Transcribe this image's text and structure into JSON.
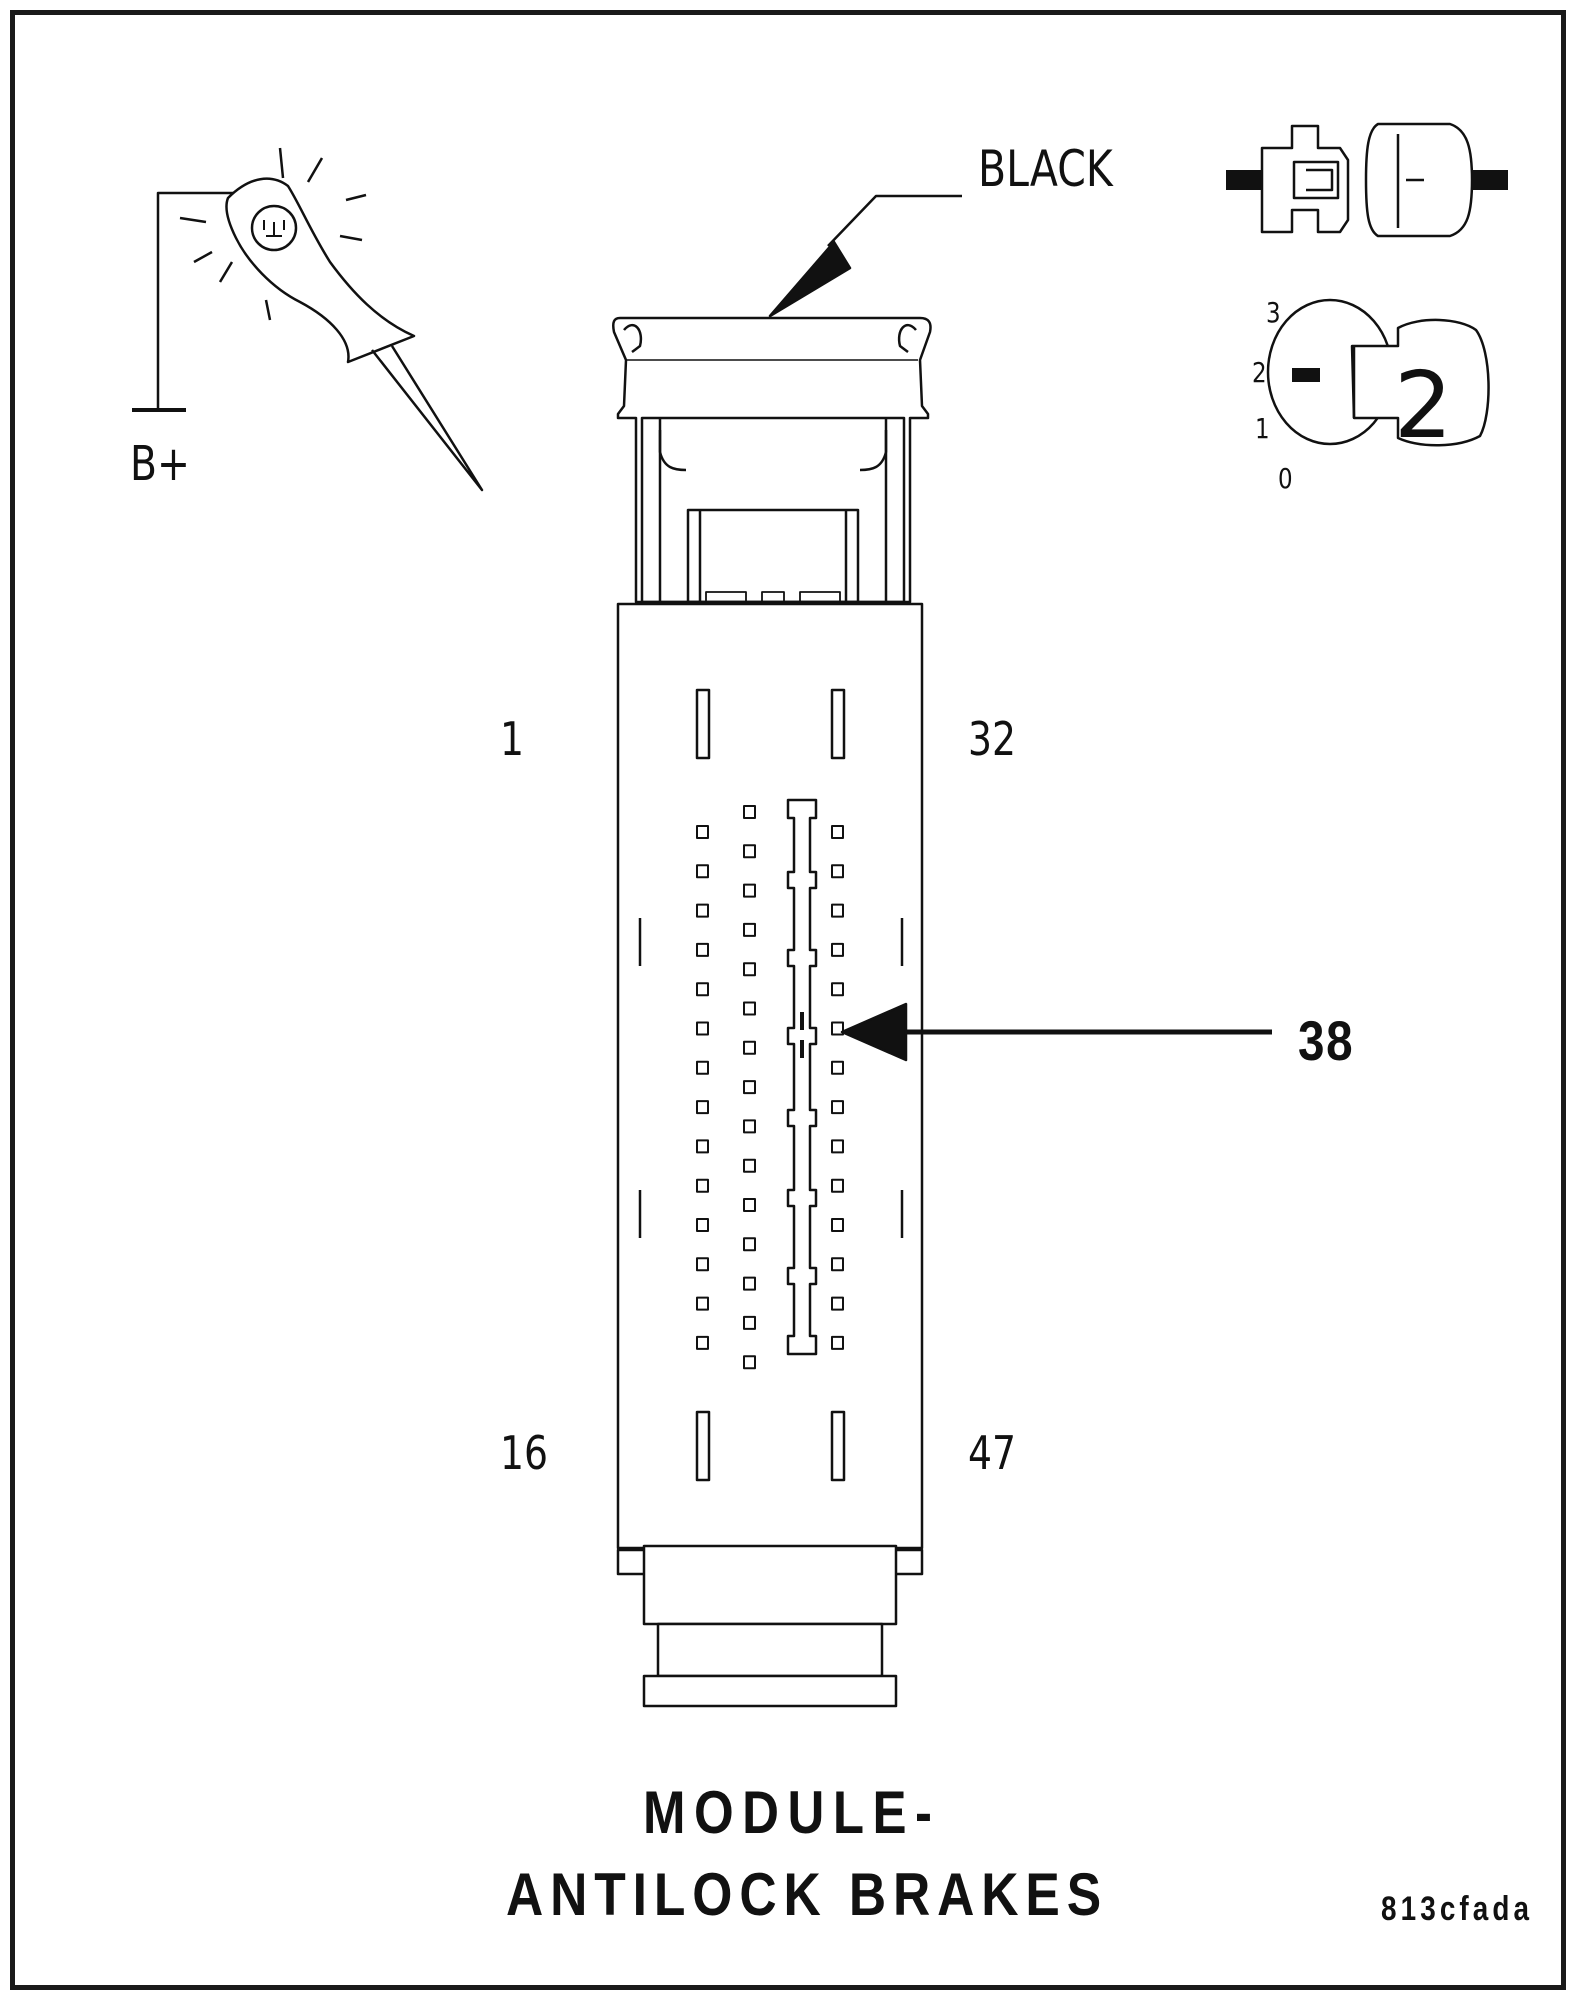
{
  "labels": {
    "wire_color": "BLACK",
    "battery": "B+",
    "pin_top_left": "1",
    "pin_top_right": "32",
    "pin_bottom_left": "16",
    "pin_bottom_right": "47",
    "target_pin": "38",
    "title_line1": "MODULE-",
    "title_line2": "ANTILOCK BRAKES",
    "figure_code": "813cfada"
  },
  "ignition_key": {
    "positions": [
      "3",
      "2",
      "1",
      "0"
    ],
    "selected": "2"
  },
  "connector": {
    "left_column_cavities": 14,
    "middle_column_cavities": 15,
    "right_column_cavities": 14,
    "target_cavity_index_right_column": 5
  },
  "icons": [
    "test-light-icon",
    "disconnected-connector-icon",
    "ignition-switch-icon"
  ],
  "colors": {
    "ink": "#111111",
    "background": "#ffffff"
  }
}
